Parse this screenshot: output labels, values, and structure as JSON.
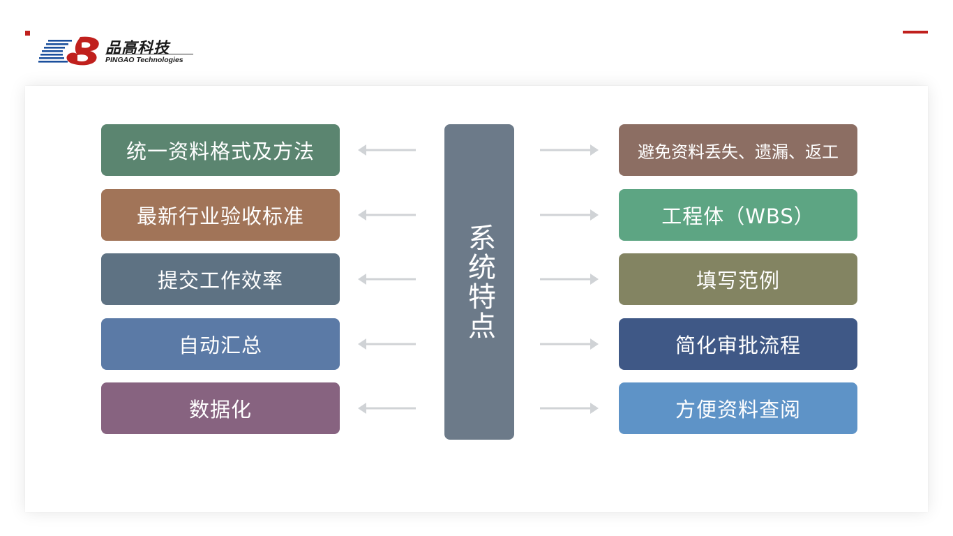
{
  "brand": {
    "name_cn": "品高科技",
    "name_en": "PINGAO Technologies",
    "blue": "#1a4f9c",
    "red": "#c0201d"
  },
  "center": {
    "title": "系统特点",
    "color": "#6c7a89"
  },
  "left_items": [
    {
      "label": "统一资料格式及方法",
      "color": "#5b8570"
    },
    {
      "label": "最新行业验收标准",
      "color": "#a17458"
    },
    {
      "label": "提交工作效率",
      "color": "#5e7283"
    },
    {
      "label": "自动汇总",
      "color": "#5b7aa6"
    },
    {
      "label": "数据化",
      "color": "#876380"
    }
  ],
  "right_items": [
    {
      "label": "避免资料丢失、遗漏、返工",
      "color": "#8c6e63"
    },
    {
      "label": "工程体（WBS）",
      "color": "#5da583"
    },
    {
      "label": "填写范例",
      "color": "#838462"
    },
    {
      "label": "简化审批流程",
      "color": "#3f5886"
    },
    {
      "label": "方便资料查阅",
      "color": "#5e93c7"
    }
  ],
  "arrow_color": "#d0d3d6"
}
